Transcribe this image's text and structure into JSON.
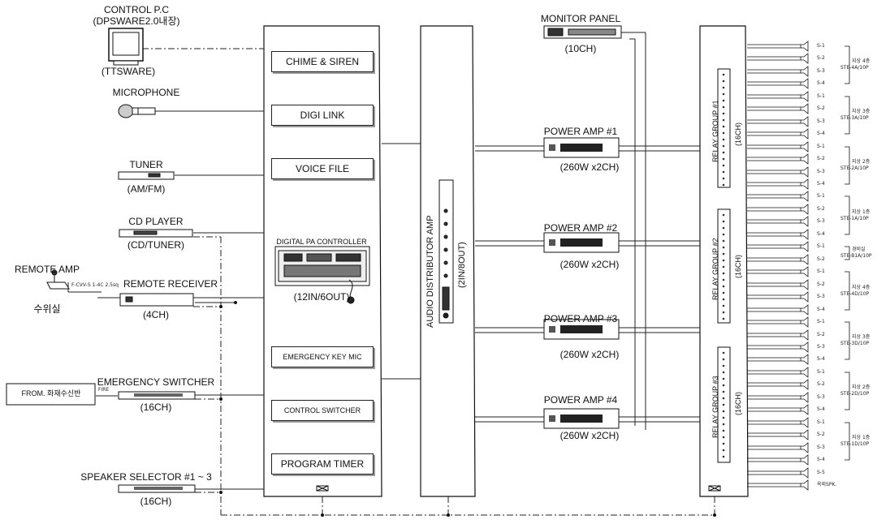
{
  "sources": {
    "control_pc": {
      "title": "CONTROL P.C",
      "subtitle": "(DPSWARE2.0내장)",
      "note": "(TTSWARE)"
    },
    "microphone": {
      "title": "MICROPHONE"
    },
    "tuner": {
      "title": "TUNER",
      "note": "(AM/FM)"
    },
    "cd_player": {
      "title": "CD PLAYER",
      "note": "(CD/TUNER)"
    },
    "remote_amp": {
      "title": "REMOTE AMP",
      "location": "수위실"
    },
    "remote_receiver": {
      "title": "REMOTE RECEIVER",
      "note": "(4CH)",
      "cable": "F-CVV-S 1-4C 2.5sq"
    },
    "from_fire_panel": {
      "title": "FROM. 화재수신반",
      "signal": "FIRE"
    },
    "emergency_switcher": {
      "title": "EMERGENCY SWITCHER",
      "note": "(16CH)"
    },
    "speaker_selector": {
      "title": "SPEAKER SELECTOR #1 ~ 3",
      "note": "(16CH)"
    }
  },
  "controller": {
    "modules": [
      "CHIME & SIREN",
      "DIGI LINK",
      "VOICE FILE"
    ],
    "digital_pa": {
      "title": "DIGITAL PA CONTROLLER",
      "note": "(12IN/6OUT)"
    },
    "lower_modules": [
      "EMERGENCY KEY MIC",
      "CONTROL SWITCHER",
      "PROGRAM TIMER"
    ]
  },
  "distributor": {
    "title": "AUDIO DISTRIBUTOR AMP",
    "note": "(2IN/8OUT)"
  },
  "monitor_panel": {
    "title": "MONITOR PANEL",
    "note": "(10CH)"
  },
  "power_amps": [
    {
      "title": "POWER AMP #1",
      "note": "(260W x2CH)"
    },
    {
      "title": "POWER AMP #2",
      "note": "(260W x2CH)"
    },
    {
      "title": "POWER AMP #3",
      "note": "(260W x2CH)"
    },
    {
      "title": "POWER AMP #4",
      "note": "(260W x2CH)"
    }
  ],
  "relay_groups": [
    {
      "title": "RELAY GROUP #1",
      "note": "(16CH)"
    },
    {
      "title": "RELAY GROUP #2",
      "note": "(16CH)"
    },
    {
      "title": "RELAY GROUP #3",
      "note": "(16CH)"
    }
  ],
  "speaker_channels": [
    "S-1",
    "S-2",
    "S-3",
    "S-4",
    "S-1",
    "S-2",
    "S-3",
    "S-4",
    "S-1",
    "S-2",
    "S-3",
    "S-4",
    "S-1",
    "S-2",
    "S-3",
    "S-4",
    "S-1",
    "S-2",
    "S-1",
    "S-2",
    "S-3",
    "S-4",
    "S-1",
    "S-2",
    "S-3",
    "S-4",
    "S-1",
    "S-2",
    "S-3",
    "S-4",
    "S-1",
    "S-2",
    "S-3",
    "S-4",
    "S-5",
    "옥외SPK."
  ],
  "zones": [
    {
      "name": "지상 4층",
      "cable": "STE-4A/10P"
    },
    {
      "name": "지상 3층",
      "cable": "STE-3A/10P"
    },
    {
      "name": "지상 2층",
      "cable": "STE-2A/10P"
    },
    {
      "name": "지상 1층",
      "cable": "STE-1A/10P"
    },
    {
      "name": "경비실",
      "cable": "STE-B1A/10P"
    },
    {
      "name": "지상 4층",
      "cable": "STE-4D/10P"
    },
    {
      "name": "지상 3층",
      "cable": "STE-3D/10P"
    },
    {
      "name": "지상 2층",
      "cable": "STE-2D/10P"
    },
    {
      "name": "지상 1층",
      "cable": "STE-1D/10P"
    }
  ]
}
